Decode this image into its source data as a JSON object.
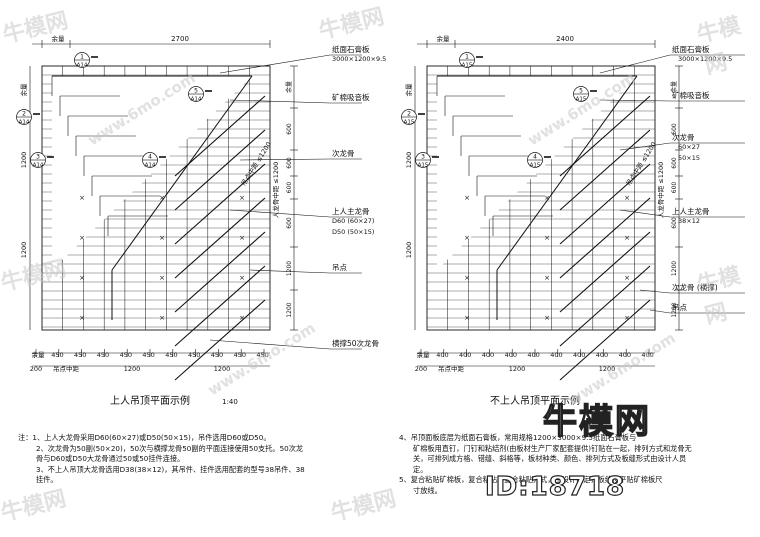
{
  "left_plan": {
    "title": "上人吊顶平面示例",
    "scale": "1:40",
    "top_dims": {
      "left": "余量",
      "main": "2700"
    },
    "left_dims": [
      "余量",
      "1200",
      "1200"
    ],
    "right_dims": [
      "600",
      "600",
      "600",
      "600",
      "1200",
      "1200"
    ],
    "bottom_dims": [
      "余量",
      "450",
      "450",
      "450",
      "450",
      "450",
      "450",
      "450",
      "450",
      "450",
      "450"
    ],
    "bottom_dims2": [
      "200",
      "吊点中距",
      "1200",
      "1200"
    ],
    "callouts": [
      {
        "num": "1",
        "ref": "A14"
      },
      {
        "num": "2",
        "ref": "A14"
      },
      {
        "num": "3",
        "ref": "A14"
      },
      {
        "num": "4",
        "ref": "A14"
      },
      {
        "num": "5",
        "ref": "A14"
      }
    ],
    "diag_labels": [
      "吊点中距 ≤1200",
      "人龙骨中距 ≤1200"
    ],
    "labels": [
      {
        "text": "纸面石膏板",
        "sub": "3000×1200×9.5"
      },
      {
        "text": "矿棉吸音板",
        "sub": ""
      },
      {
        "text": "次龙骨",
        "sub": ""
      },
      {
        "text": "上人主龙骨",
        "sub": "D60 (60×27)"
      },
      {
        "text": "",
        "sub": "D50 (50×15)"
      },
      {
        "text": "吊点",
        "sub": ""
      },
      {
        "text": "横撑50次龙骨",
        "sub": ""
      }
    ]
  },
  "right_plan": {
    "title": "不上人吊顶平面示例",
    "top_dims": {
      "left": "余量",
      "main": "2400"
    },
    "left_dims": [
      "余量",
      "1200",
      "1200"
    ],
    "right_dims": [
      "600",
      "600",
      "600",
      "600",
      "1200",
      "1200"
    ],
    "bottom_dims": [
      "余量",
      "400",
      "400",
      "400",
      "400",
      "400",
      "400",
      "400",
      "400",
      "400",
      "400"
    ],
    "bottom_dims2": [
      "200",
      "吊点中距",
      "1200",
      "1200"
    ],
    "callouts": [
      {
        "num": "1",
        "ref": "A15"
      },
      {
        "num": "2",
        "ref": "A15"
      },
      {
        "num": "3",
        "ref": "A15"
      },
      {
        "num": "4",
        "ref": "A15"
      },
      {
        "num": "5",
        "ref": "A15"
      }
    ],
    "diag_labels": [
      "吊点中距 ≤1200",
      "人龙骨中距 ≤1200"
    ],
    "labels": [
      {
        "text": "纸面石膏板",
        "sub": "3000×1200×9.5"
      },
      {
        "text": "矿棉吸音板",
        "sub": ""
      },
      {
        "text": "次龙骨",
        "sub": "60×27"
      },
      {
        "text": "",
        "sub": "50×15"
      },
      {
        "text": "上人主龙骨",
        "sub": "38×12"
      },
      {
        "text": "次龙骨 (横撑)",
        "sub": ""
      },
      {
        "text": "吊点",
        "sub": ""
      }
    ]
  },
  "notes_left": [
    "注：1、上人大龙骨采用D60(60×27)或D50(50×15)，吊件选用D60或D50。",
    "2、次龙骨为50副(50×20)，50次与横撑龙骨50副的平面连接使用50支托。50次龙",
    "骨与D60或D50大龙骨通过50或50挂件连接。",
    "3、不上人吊顶大龙骨选用D38(38×12)，其吊件、挂件选用配套的型号38吊件、38",
    "挂件。"
  ],
  "notes_right": [
    "4、吊顶面板底层为纸面石膏板，常用规格1200×3000×9.5纸面石膏板与",
    "矿棉板用直钉，门钉和粘结剂(由板材生产厂家配套提供)钉贴在一起，排列方式和龙骨无",
    "关，可排列成方格、错缝、斜格等，板材种类、颜色、排列方式及板缝形式由设计人员",
    "定。",
    "5、复合粘贴矿棉板，复合粘贴和复合粘贴方式，由设计确定，板缝按平贴矿棉板尺",
    "寸放线。"
  ],
  "brand": {
    "name": "牛模网",
    "id": "ID:18718"
  },
  "watermarks": [
    "牛模网",
    "www.6mo.com"
  ]
}
